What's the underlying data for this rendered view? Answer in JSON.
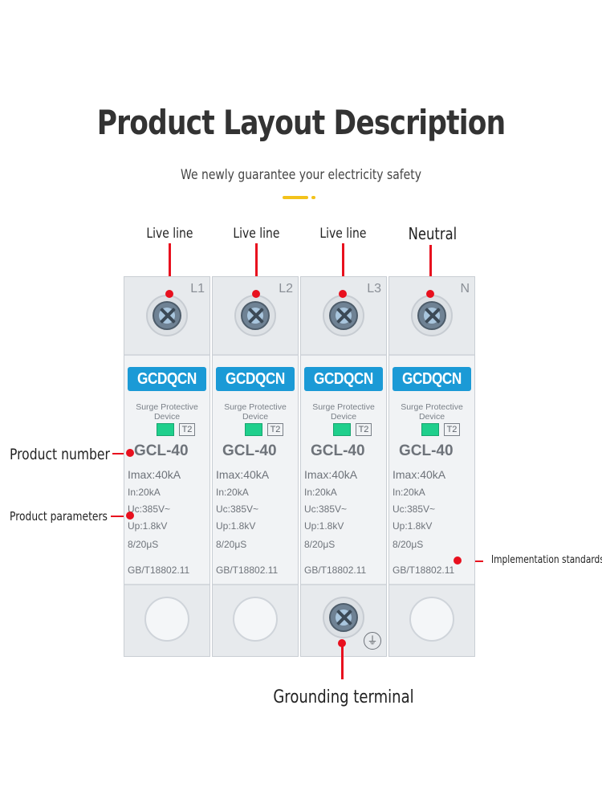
{
  "header": {
    "title": "Product Layout Description",
    "subtitle": "We newly guarantee your electricity safety",
    "accent_color": "#f3c21b"
  },
  "callouts": {
    "live_line_1": "Live line",
    "live_line_2": "Live line",
    "live_line_3": "Live line",
    "neutral": "Neutral",
    "product_number": "Product number",
    "product_parameters": "Product parameters",
    "implementation_standards": "Implementation standards",
    "grounding_terminal": "Grounding terminal",
    "line_color": "#e8101e"
  },
  "device": {
    "brand_color": "#1b9ad6",
    "modules": [
      {
        "phase": "L1",
        "brand": "GCDQCN",
        "spd_line1": "Surge Protective",
        "spd_line2": "Device",
        "class": "T2",
        "model": "GCL-40",
        "imax": "Imax:40kA",
        "in": "In:20kA",
        "uc": "Uc:385V~",
        "up": "Up:1.8kV",
        "wave": "8/20μS",
        "standard": "GB/T18802.11"
      },
      {
        "phase": "L2",
        "brand": "GCDQCN",
        "spd_line1": "Surge Protective",
        "spd_line2": "Device",
        "class": "T2",
        "model": "GCL-40",
        "imax": "Imax:40kA",
        "in": "In:20kA",
        "uc": "Uc:385V~",
        "up": "Up:1.8kV",
        "wave": "8/20μS",
        "standard": "GB/T18802.11"
      },
      {
        "phase": "L3",
        "brand": "GCDQCN",
        "spd_line1": "Surge Protective",
        "spd_line2": "Device",
        "class": "T2",
        "model": "GCL-40",
        "imax": "Imax:40kA",
        "in": "In:20kA",
        "uc": "Uc:385V~",
        "up": "Up:1.8kV",
        "wave": "8/20μS",
        "standard": "GB/T18802.11"
      },
      {
        "phase": "N",
        "brand": "GCDQCN",
        "spd_line1": "Surge Protective",
        "spd_line2": "Device",
        "class": "T2",
        "model": "GCL-40",
        "imax": "Imax:40kA",
        "in": "In:20kA",
        "uc": "Uc:385V~",
        "up": "Up:1.8kV",
        "wave": "8/20μS",
        "standard": "GB/T18802.11"
      }
    ],
    "ground_symbol": "⏚"
  }
}
